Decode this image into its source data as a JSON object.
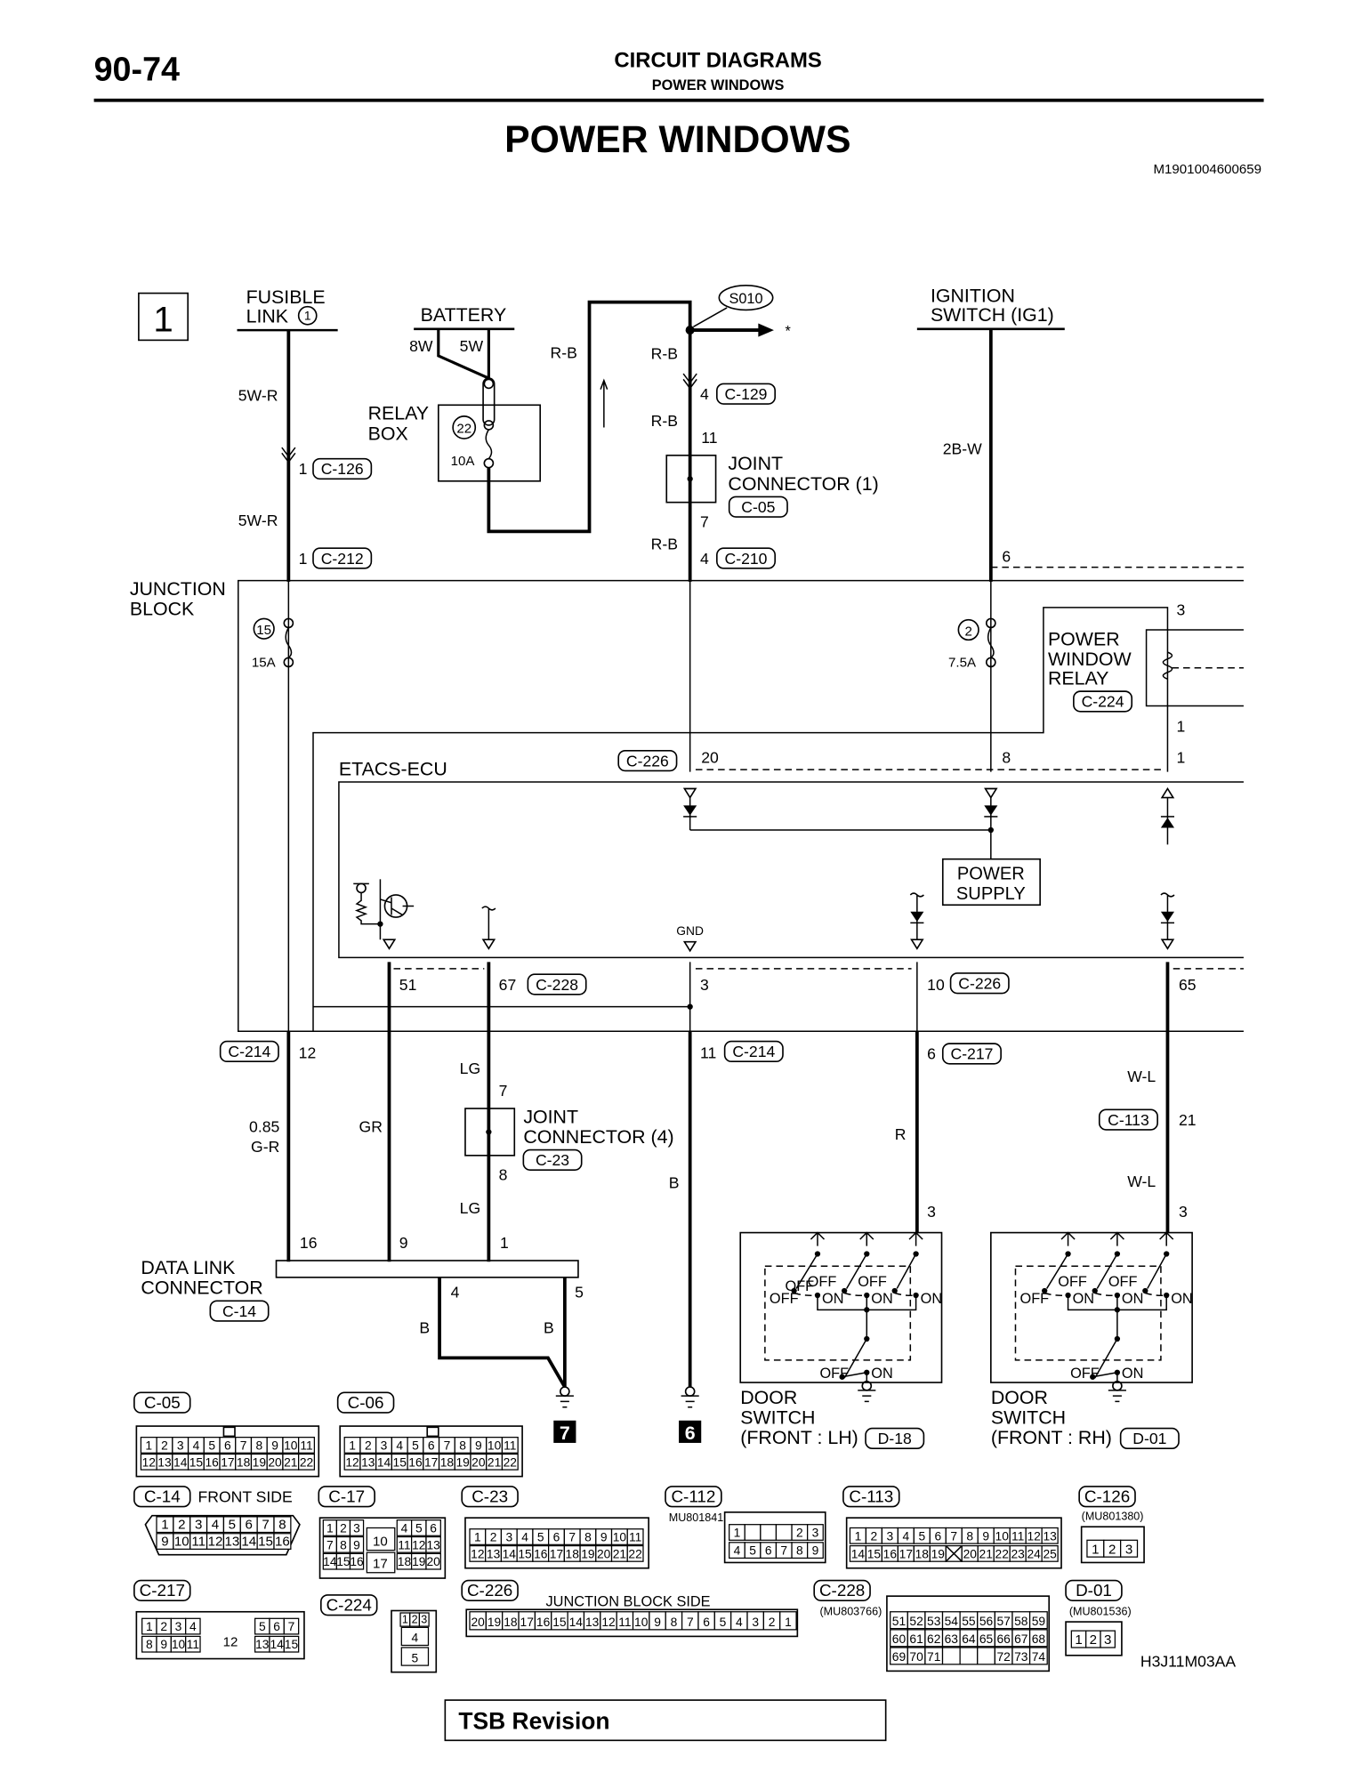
{
  "header": {
    "page_number": "90-74",
    "section": "CIRCUIT DIAGRAMS",
    "subsection": "POWER WINDOWS",
    "title": "POWER WINDOWS",
    "doc_id": "M1901004600659"
  },
  "diagram": {
    "sheet_number": "1",
    "sources": {
      "fusible_link": [
        "FUSIBLE",
        "LINK"
      ],
      "fusible_link_no": "1",
      "battery": "BATTERY",
      "ignition": [
        "IGNITION",
        "SWITCH (IG1)"
      ]
    },
    "wires": {
      "w8w": "8W",
      "w5w": "5W",
      "w5wr_1": "5W-R",
      "w5wr_2": "5W-R",
      "rb_1": "R-B",
      "rb_2": "R-B",
      "rb_3": "R-B",
      "rb_4": "R-B",
      "b2w": "2B-W",
      "g_r_size": "0.85",
      "g_r": "G-R",
      "gr": "GR",
      "lg_1": "LG",
      "lg_2": "LG",
      "b_1": "B",
      "b_2": "B",
      "b_3": "B",
      "r": "R",
      "wl_1": "W-L",
      "wl_2": "W-L"
    },
    "relay_box": {
      "label": [
        "RELAY",
        "BOX"
      ],
      "fuse_no": "22",
      "rating": "10A"
    },
    "splice": {
      "id": "S010",
      "note": "*"
    },
    "joint1": {
      "label": [
        "JOINT",
        "CONNECTOR (1)"
      ],
      "conn": "C-05",
      "pin_in": "11",
      "pin_out": "7"
    },
    "joint4": {
      "label": [
        "JOINT",
        "CONNECTOR (4)"
      ],
      "conn": "C-23",
      "pin_in": "7",
      "pin_out": "8"
    },
    "junction_block": {
      "label": [
        "JUNCTION",
        "BLOCK"
      ],
      "fuse15_no": "15",
      "fuse15_rating": "15A",
      "fuse2_no": "2",
      "fuse2_rating": "7.5A"
    },
    "pw_relay": {
      "label": [
        "POWER",
        "WINDOW",
        "RELAY"
      ],
      "conn": "C-224",
      "pin_top": "3",
      "pin_bot": "1",
      "pin_ecu": "1"
    },
    "etacs": {
      "label": "ETACS-ECU",
      "gnd": "GND",
      "power_supply": [
        "POWER",
        "SUPPLY"
      ]
    },
    "connectors": {
      "c126": {
        "pin": "1",
        "id": "C-126"
      },
      "c129": {
        "pin": "4",
        "id": "C-129"
      },
      "c212": {
        "pin": "1",
        "id": "C-212"
      },
      "c210": {
        "pin": "4",
        "id": "C-210"
      },
      "ig_pin": "6",
      "c226_top": {
        "id": "C-226",
        "pin20": "20",
        "pin8": "8"
      },
      "c228": {
        "pin51": "51",
        "pin67": "67",
        "id": "C-228"
      },
      "gnd_pin": "3",
      "c226_bot": {
        "pin": "10",
        "id": "C-226"
      },
      "pin65": "65",
      "c214_l": {
        "id": "C-214",
        "pin": "12"
      },
      "c214_r": {
        "pin": "11",
        "id": "C-214"
      },
      "c217": {
        "pin": "6",
        "id": "C-217"
      },
      "c113": {
        "id": "C-113",
        "pin": "21"
      },
      "dlc_pins": {
        "p16": "16",
        "p9": "9",
        "p1": "1",
        "p4": "4",
        "p5": "5"
      },
      "sw_pin_lh": "3",
      "sw_pin_rh": "3"
    },
    "dlc": {
      "label": [
        "DATA LINK",
        "CONNECTOR"
      ],
      "conn": "C-14"
    },
    "grounds": {
      "g7": "7",
      "g6": "6"
    },
    "door_lh": {
      "label": [
        "DOOR",
        "SWITCH",
        "(FRONT : LH)"
      ],
      "conn": "D-18"
    },
    "door_rh": {
      "label": [
        "DOOR",
        "SWITCH",
        "(FRONT : RH)"
      ],
      "conn": "D-01"
    },
    "switch_states": {
      "off": "OFF",
      "on": "ON"
    }
  },
  "connector_views": {
    "c05": {
      "id": "C-05",
      "row1": [
        "1",
        "2",
        "3",
        "4",
        "5",
        "6",
        "7",
        "8",
        "9",
        "10",
        "11"
      ],
      "row2": [
        "12",
        "13",
        "14",
        "15",
        "16",
        "17",
        "18",
        "19",
        "20",
        "21",
        "22"
      ]
    },
    "c06": {
      "id": "C-06",
      "row1": [
        "1",
        "2",
        "3",
        "4",
        "5",
        "6",
        "7",
        "8",
        "9",
        "10",
        "11"
      ],
      "row2": [
        "12",
        "13",
        "14",
        "15",
        "16",
        "17",
        "18",
        "19",
        "20",
        "21",
        "22"
      ]
    },
    "c14": {
      "id": "C-14",
      "note": "FRONT SIDE",
      "row1": [
        "1",
        "2",
        "3",
        "4",
        "5",
        "6",
        "7",
        "8"
      ],
      "row2": [
        "9",
        "10",
        "11",
        "12",
        "13",
        "14",
        "15",
        "16"
      ]
    },
    "c17": {
      "id": "C-17",
      "left": [
        [
          "1",
          "2",
          "3"
        ],
        [
          "7",
          "8",
          "9"
        ],
        [
          "14",
          "15",
          "16"
        ]
      ],
      "mid": [
        "10",
        "17"
      ],
      "right": [
        [
          "4",
          "5",
          "6"
        ],
        [
          "11",
          "12",
          "13"
        ],
        [
          "18",
          "19",
          "20"
        ]
      ]
    },
    "c23": {
      "id": "C-23",
      "row1": [
        "1",
        "2",
        "3",
        "4",
        "5",
        "6",
        "7",
        "8",
        "9",
        "10",
        "11"
      ],
      "row2": [
        "12",
        "13",
        "14",
        "15",
        "16",
        "17",
        "18",
        "19",
        "20",
        "21",
        "22"
      ]
    },
    "c112": {
      "id": "C-112",
      "part": "MU801841",
      "row1": [
        "1",
        "",
        "",
        "",
        "2",
        "3"
      ],
      "row2": [
        "4",
        "5",
        "6",
        "7",
        "8",
        "9"
      ]
    },
    "c113": {
      "id": "C-113",
      "row1": [
        "1",
        "2",
        "3",
        "4",
        "5",
        "6",
        "7",
        "8",
        "9",
        "10",
        "11",
        "12",
        "13"
      ],
      "row2": [
        "14",
        "15",
        "16",
        "17",
        "18",
        "19",
        "X",
        "20",
        "21",
        "22",
        "23",
        "24",
        "25"
      ]
    },
    "c126": {
      "id": "C-126",
      "part": "(MU801380)",
      "pins": [
        "1",
        "2",
        "3"
      ]
    },
    "c217": {
      "id": "C-217",
      "left1": [
        "1",
        "2",
        "3",
        "4"
      ],
      "left2": [
        "8",
        "9",
        "10",
        "11"
      ],
      "mid": "12",
      "right1": [
        "5",
        "6",
        "7"
      ],
      "right2": [
        "13",
        "14",
        "15"
      ]
    },
    "c224": {
      "id": "C-224",
      "row1": [
        "1",
        "2",
        "3"
      ],
      "p4": "4",
      "p5": "5"
    },
    "c226": {
      "id": "C-226",
      "note": "JUNCTION BLOCK SIDE",
      "pins": [
        "20",
        "19",
        "18",
        "17",
        "16",
        "15",
        "14",
        "13",
        "12",
        "11",
        "10",
        "9",
        "8",
        "7",
        "6",
        "5",
        "4",
        "3",
        "2",
        "1"
      ]
    },
    "c228": {
      "id": "C-228",
      "part": "(MU803766)",
      "row1": [
        "51",
        "52",
        "53",
        "54",
        "55",
        "56",
        "57",
        "58",
        "59"
      ],
      "row2": [
        "60",
        "61",
        "62",
        "63",
        "64",
        "65",
        "66",
        "67",
        "68"
      ],
      "row3": [
        "69",
        "70",
        "71",
        "",
        "",
        "",
        "72",
        "73",
        "74"
      ]
    },
    "d01": {
      "id": "D-01",
      "part": "(MU801536)",
      "pins": [
        "1",
        "2",
        "3"
      ]
    }
  },
  "footer": {
    "figure_code": "H3J11M03AA",
    "tsb": "TSB Revision"
  }
}
